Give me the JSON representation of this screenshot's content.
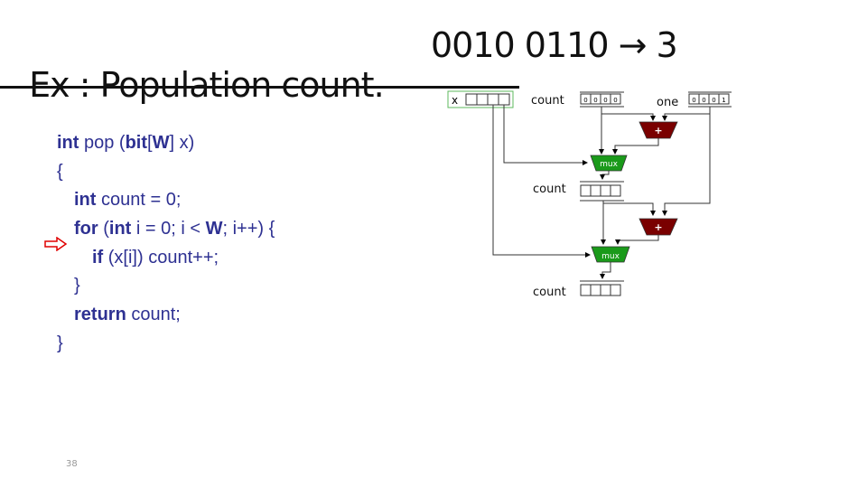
{
  "slide": {
    "title": "Ex : Population count.",
    "example": "0010 0110 → 3",
    "page_number": "38"
  },
  "code": {
    "lines": [
      {
        "kw": "int",
        "rest": " pop (",
        "kw2": "bit",
        "rest2": "[",
        "kw3": "W",
        "rest3": "] x)"
      },
      {
        "text": "{"
      },
      {
        "kw": "int",
        "rest": " count = 0;"
      },
      {
        "kw": "for",
        "rest": " (",
        "kw2": "int",
        "rest2": " i = 0; i < ",
        "kw3": "W",
        "rest3": "; i++) {"
      },
      {
        "kw": "if",
        "rest": " (x[i]) count++;"
      },
      {
        "text": "}"
      },
      {
        "kw": "return",
        "rest": " count;"
      },
      {
        "text": "}"
      }
    ],
    "current_line_marker": "red-arrow-icon",
    "current_line_index": 4
  },
  "diagram": {
    "x_label": "x",
    "count_label": "count",
    "one_label": "one",
    "count_init_bits": [
      "0",
      "0",
      "0",
      "0"
    ],
    "one_bits": [
      "0",
      "0",
      "0",
      "1"
    ],
    "mux_label": "mux",
    "adder_label": "+",
    "colors": {
      "mux": "#1a9a1a",
      "adder": "#7a0000",
      "x_box_border": "#5cb85c",
      "code": "#2e3192",
      "arrow": "#e00000"
    }
  }
}
